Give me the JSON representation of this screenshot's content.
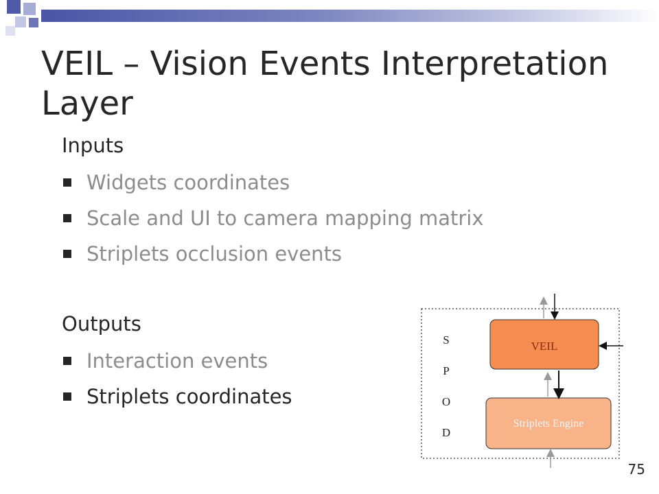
{
  "slide": {
    "title": "VEIL – Vision Events Interpretation Layer",
    "inputs": {
      "heading": "Inputs",
      "items": [
        "Widgets coordinates",
        "Scale and UI to camera mapping matrix",
        "Striplets occlusion events"
      ]
    },
    "outputs": {
      "heading": "Outputs",
      "items": [
        "Interaction events",
        "Striplets coordinates"
      ]
    },
    "slide_number": "75"
  },
  "diagram": {
    "veil_label": "VEIL",
    "engine_label": "Striplets Engine",
    "spod_letters": [
      "S",
      "P",
      "O",
      "D"
    ],
    "colors": {
      "veil_fill": "#f58c50",
      "engine_fill": "#f9b389",
      "veil_text": "#8a2e0c",
      "engine_text": "#f4f4f4"
    }
  },
  "theme": {
    "title_color": "#262626",
    "subtle_text": "#8c8c8c",
    "accent_blue": "#4a55a6"
  }
}
